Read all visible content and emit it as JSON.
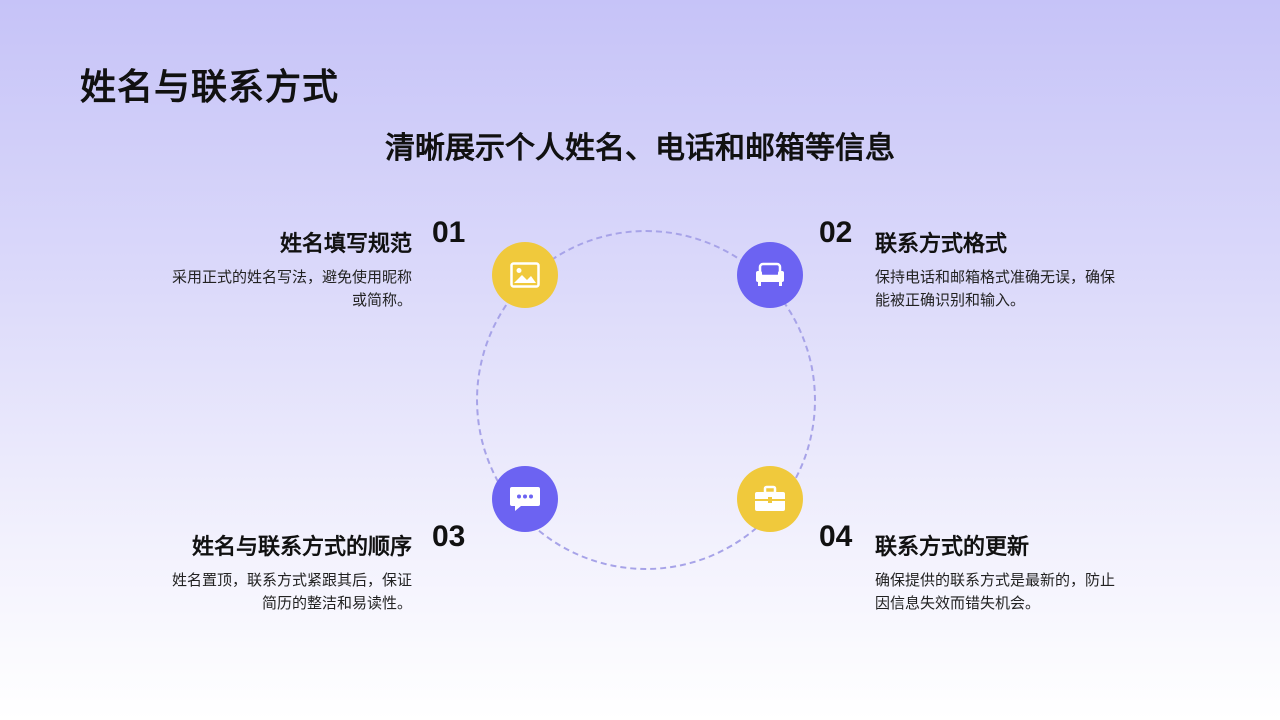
{
  "page": {
    "title": "姓名与联系方式",
    "subtitle": "清晰展示个人姓名、电话和邮箱等信息"
  },
  "colors": {
    "accent_yellow": "#f0c93c",
    "accent_purple": "#6c63f2",
    "ring": "#a7a3e8"
  },
  "items": [
    {
      "number": "01",
      "title": "姓名填写规范",
      "desc_line1": "采用正式的姓名写法，避免使用昵称",
      "desc_line2": "或简称。",
      "icon": "image-icon"
    },
    {
      "number": "02",
      "title": "联系方式格式",
      "desc_line1": "保持电话和邮箱格式准确无误，确保",
      "desc_line2": "能被正确识别和输入。",
      "icon": "sofa-icon"
    },
    {
      "number": "03",
      "title": "姓名与联系方式的顺序",
      "desc_line1": "姓名置顶，联系方式紧跟其后，保证",
      "desc_line2": "简历的整洁和易读性。",
      "icon": "chat-icon"
    },
    {
      "number": "04",
      "title": "联系方式的更新",
      "desc_line1": "确保提供的联系方式是最新的，防止",
      "desc_line2": "因信息失效而错失机会。",
      "icon": "briefcase-icon"
    }
  ]
}
